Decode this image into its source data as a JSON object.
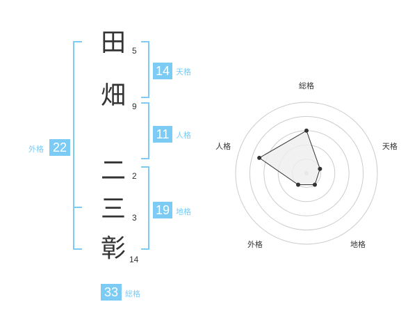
{
  "name": {
    "characters": [
      {
        "char": "田",
        "strokes": "5"
      },
      {
        "char": "畑",
        "strokes": "9"
      },
      {
        "char": "二",
        "strokes": "2"
      },
      {
        "char": "三",
        "strokes": "3"
      },
      {
        "char": "彰",
        "strokes": "14"
      }
    ]
  },
  "scores": {
    "tenkaku": {
      "value": "14",
      "label": "天格"
    },
    "jinkaku": {
      "value": "11",
      "label": "人格"
    },
    "chikaku": {
      "value": "19",
      "label": "地格"
    },
    "gaikaku": {
      "value": "22",
      "label": "外格"
    },
    "soukaku": {
      "value": "33",
      "label": "総格"
    }
  },
  "chart_data": {
    "type": "radar",
    "axes": [
      "総格",
      "天格",
      "地格",
      "外格",
      "人格"
    ],
    "values": [
      3,
      1,
      1,
      1,
      3.5
    ],
    "max": 5,
    "colors": {
      "accent": "#7ccbf5",
      "polygon_fill": "#eeeeee",
      "line": "#333333",
      "grid": "#cccccc"
    }
  }
}
